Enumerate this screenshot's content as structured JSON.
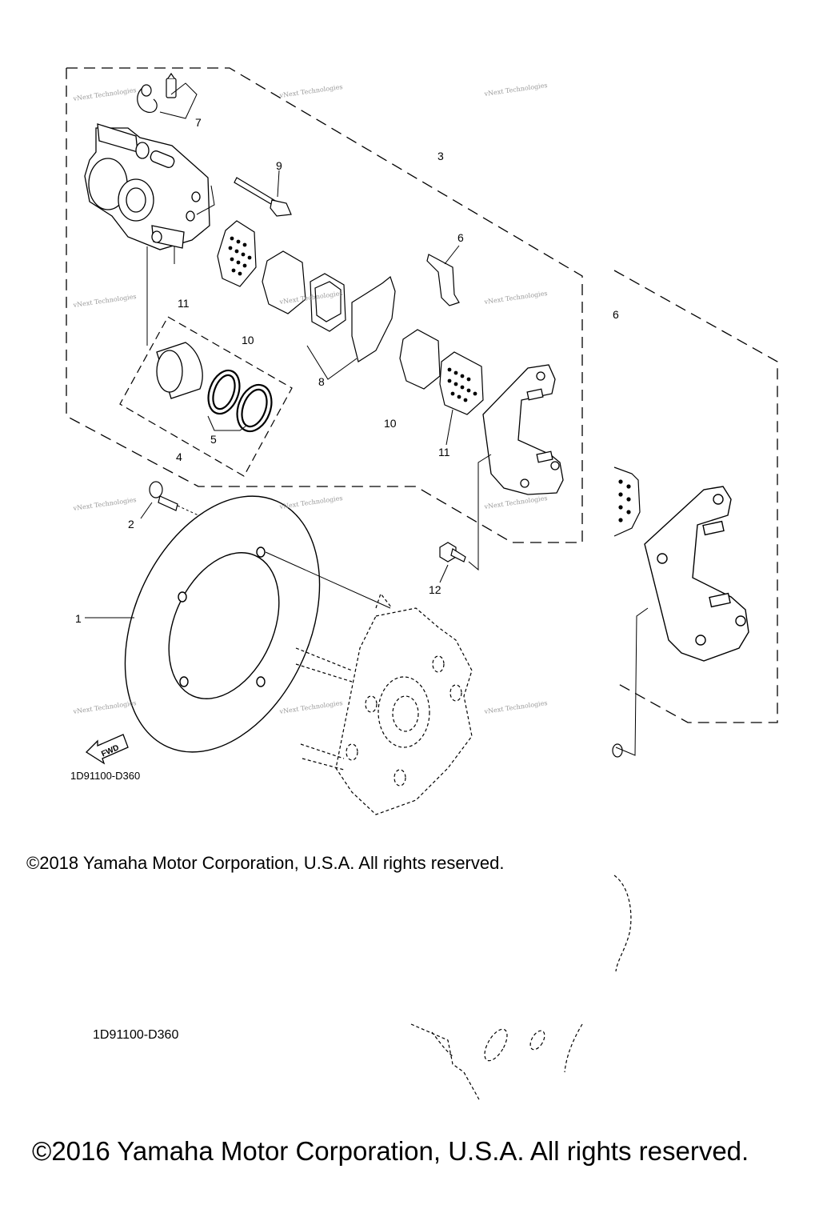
{
  "callouts": [
    {
      "id": "1",
      "label": "1"
    },
    {
      "id": "2",
      "label": "2"
    },
    {
      "id": "3",
      "label": "3"
    },
    {
      "id": "4",
      "label": "4"
    },
    {
      "id": "5",
      "label": "5"
    },
    {
      "id": "6",
      "label": "6"
    },
    {
      "id": "7",
      "label": "7"
    },
    {
      "id": "8",
      "label": "8"
    },
    {
      "id": "9",
      "label": "9"
    },
    {
      "id": "10a",
      "label": "10"
    },
    {
      "id": "10b",
      "label": "10"
    },
    {
      "id": "11a",
      "label": "11"
    },
    {
      "id": "11b",
      "label": "11"
    },
    {
      "id": "12",
      "label": "12"
    },
    {
      "id": "6ghost",
      "label": "6"
    }
  ],
  "watermark": "vNext Technologies",
  "fwd_label": "FWD",
  "diagram_code": "1D91100-D360",
  "copyright_2018": "©2018 Yamaha Motor Corporation, U.S.A. All rights reserved.",
  "diagram_code_ghost": "1D91100-D360",
  "copyright_2016": "©2016 Yamaha Motor Corporation, U.S.A. All rights reserved."
}
